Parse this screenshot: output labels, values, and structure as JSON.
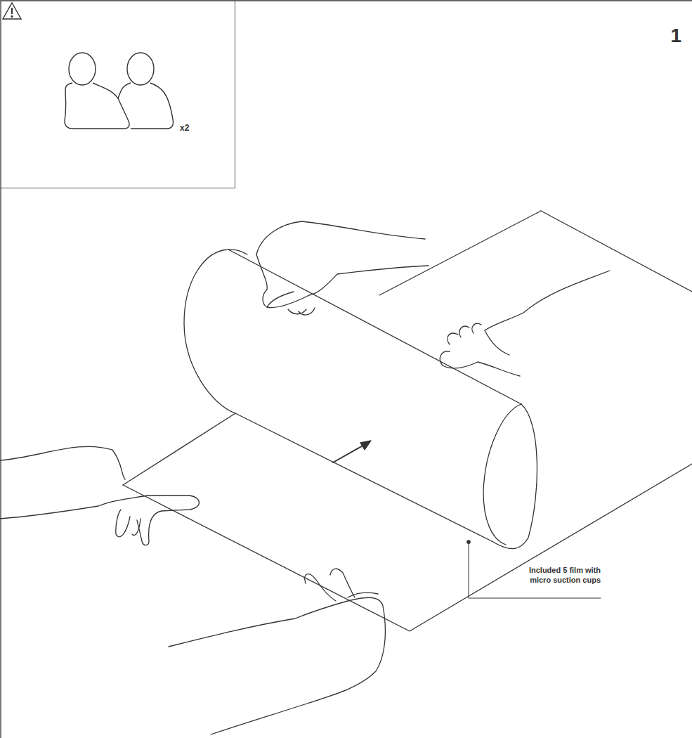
{
  "diagram": {
    "nodes": [
      {
        "text": [
          "x2"
        ]
      }
    ],
    "labels": [
      "1",
      "Included 5 film with micro suction cups"
    ]
  }
}
